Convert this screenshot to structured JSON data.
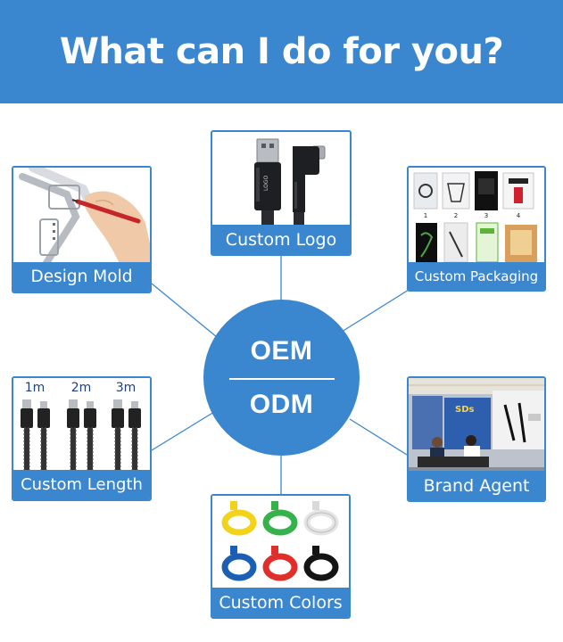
{
  "header": {
    "title": "What can I do for you?"
  },
  "hub": {
    "top": "OEM",
    "bottom": "ODM"
  },
  "cards": {
    "logo": {
      "label": "Custom Logo"
    },
    "mold": {
      "label": "Design Mold"
    },
    "packaging": {
      "label": "Custom Packaging",
      "numbers": [
        "1",
        "2",
        "3",
        "4"
      ]
    },
    "length": {
      "label": "Custom Length",
      "sizes": [
        "1m",
        "2m",
        "3m"
      ]
    },
    "agent": {
      "label": "Brand Agent"
    },
    "colors": {
      "label": "Custom Colors"
    }
  },
  "colors": {
    "accent": "#3a86cf"
  },
  "cable_colors": [
    "#f2d21a",
    "#35b24a",
    "#f4f4f4",
    "#1b5fb5",
    "#e02f2a",
    "#141414"
  ]
}
